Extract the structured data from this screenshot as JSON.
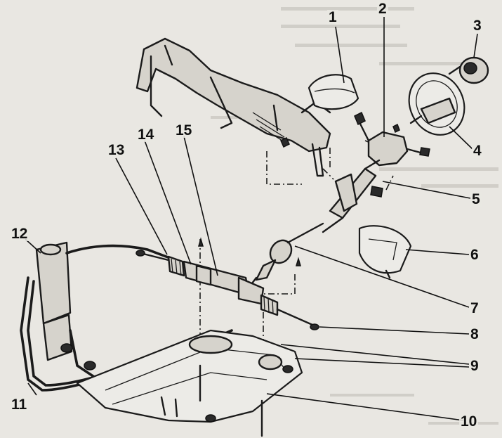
{
  "callouts": [
    {
      "id": "1",
      "label": "1"
    },
    {
      "id": "2",
      "label": "2"
    },
    {
      "id": "3",
      "label": "3"
    },
    {
      "id": "4",
      "label": "4"
    },
    {
      "id": "5",
      "label": "5"
    },
    {
      "id": "6",
      "label": "6"
    },
    {
      "id": "7",
      "label": "7"
    },
    {
      "id": "8",
      "label": "8"
    },
    {
      "id": "9",
      "label": "9"
    },
    {
      "id": "10",
      "label": "10"
    },
    {
      "id": "11",
      "label": "11"
    },
    {
      "id": "12",
      "label": "12"
    },
    {
      "id": "13",
      "label": "13"
    },
    {
      "id": "14",
      "label": "14"
    },
    {
      "id": "15",
      "label": "15"
    }
  ],
  "colors": {
    "paper": "#e9e7e2",
    "ink": "#1b1b1b",
    "part_fill": "#d6d3cc"
  }
}
